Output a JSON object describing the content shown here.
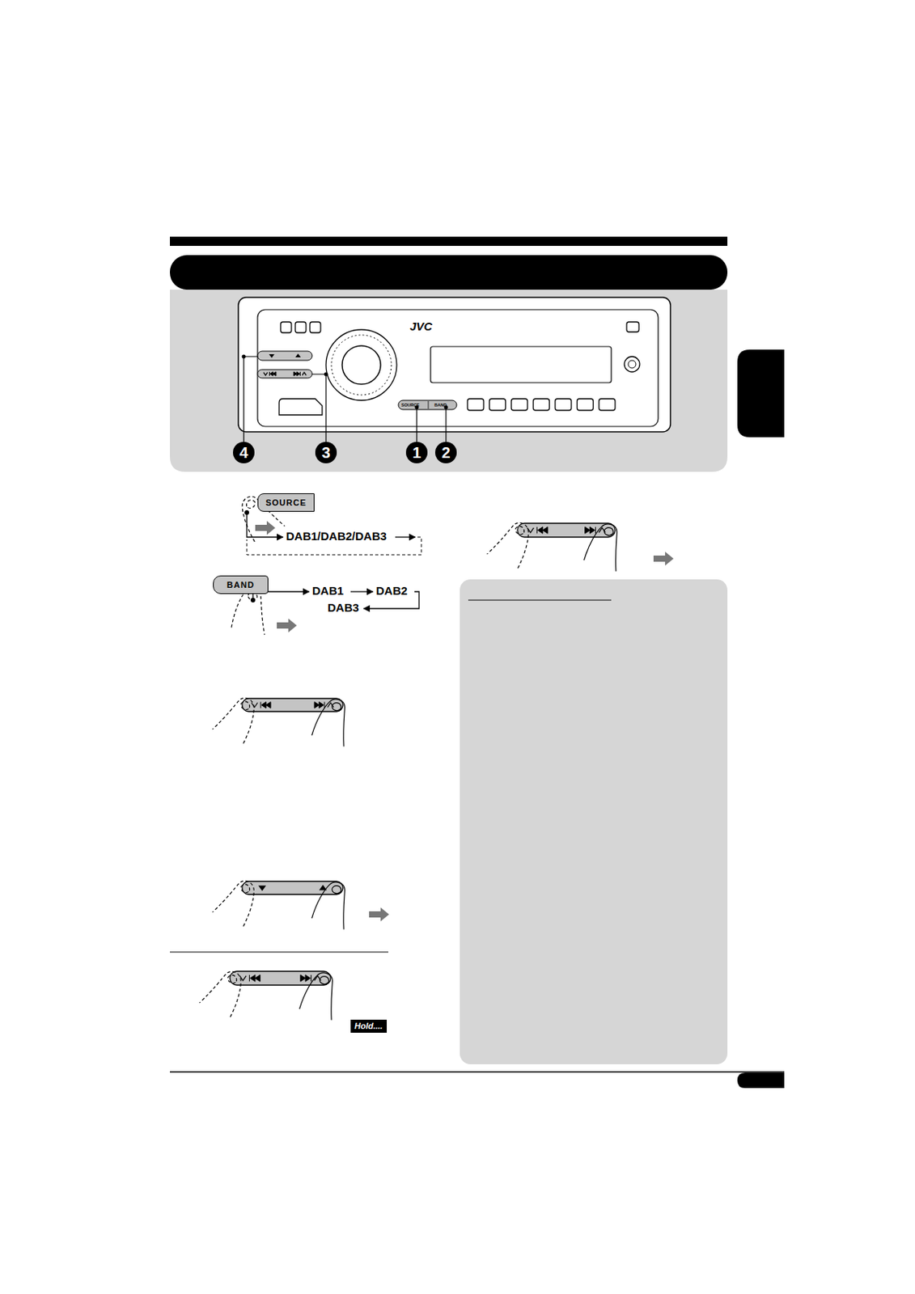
{
  "diagram": {
    "nodes": [
      {
        "text": [
          "4"
        ]
      },
      {
        "text": [
          "3"
        ]
      },
      {
        "text": [
          "1"
        ]
      },
      {
        "text": [
          "2"
        ]
      },
      {
        "text": [
          "SOURCE"
        ]
      },
      {
        "text": [
          "BAND"
        ]
      },
      {
        "text": [
          "Hold...."
        ]
      }
    ],
    "labels": [
      "JVC",
      "SOURCE",
      "BAND",
      "DAB1/DAB2/DAB3",
      "DAB1",
      "DAB2",
      "DAB3"
    ]
  }
}
